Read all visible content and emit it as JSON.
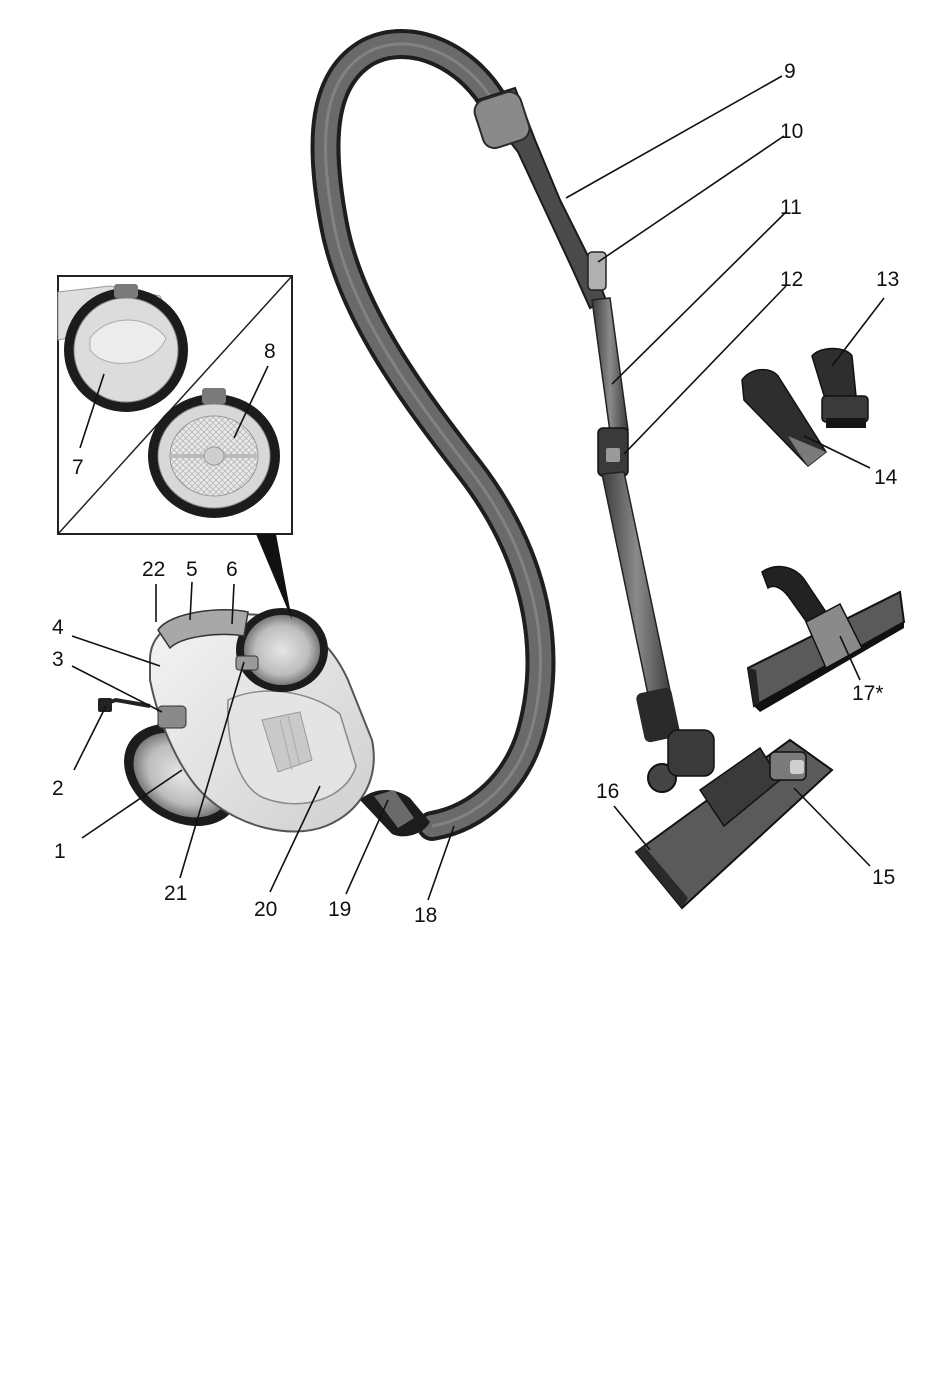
{
  "diagram": {
    "callouts": [
      {
        "id": "1",
        "label": "1"
      },
      {
        "id": "2",
        "label": "2"
      },
      {
        "id": "3",
        "label": "3"
      },
      {
        "id": "4",
        "label": "4"
      },
      {
        "id": "5",
        "label": "5"
      },
      {
        "id": "6",
        "label": "6"
      },
      {
        "id": "7",
        "label": "7"
      },
      {
        "id": "8",
        "label": "8"
      },
      {
        "id": "9",
        "label": "9"
      },
      {
        "id": "10",
        "label": "10"
      },
      {
        "id": "11",
        "label": "11"
      },
      {
        "id": "12",
        "label": "12"
      },
      {
        "id": "13",
        "label": "13"
      },
      {
        "id": "14",
        "label": "14"
      },
      {
        "id": "15",
        "label": "15"
      },
      {
        "id": "16",
        "label": "16"
      },
      {
        "id": "17",
        "label": "17*"
      },
      {
        "id": "18",
        "label": "18"
      },
      {
        "id": "19",
        "label": "19"
      },
      {
        "id": "20",
        "label": "20"
      },
      {
        "id": "21",
        "label": "21"
      },
      {
        "id": "22",
        "label": "22"
      }
    ]
  }
}
